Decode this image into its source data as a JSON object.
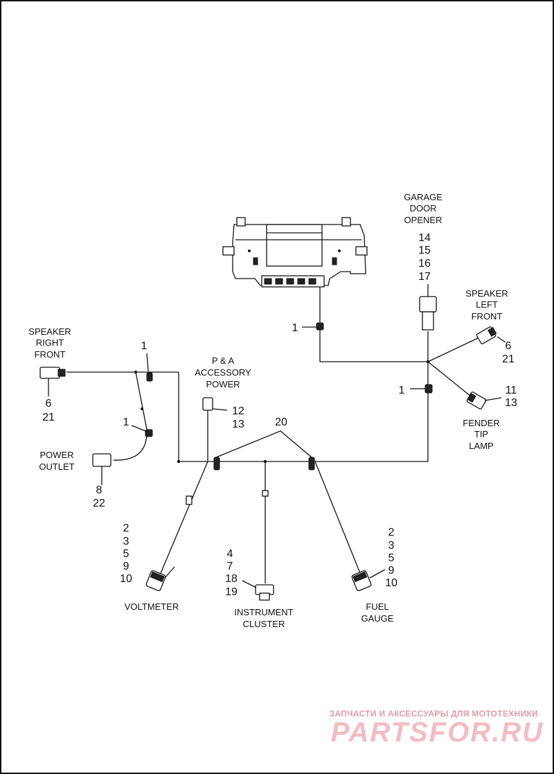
{
  "labels": {
    "garage_door_opener": [
      "GARAGE",
      "DOOR",
      "OPENER"
    ],
    "garage_door_opener_nums": [
      "14",
      "15",
      "16",
      "17"
    ],
    "speaker_left_front": [
      "SPEAKER",
      "LEFT",
      "FRONT"
    ],
    "speaker_left_front_nums": [
      "6",
      "21"
    ],
    "speaker_right_front": [
      "SPEAKER",
      "RIGHT",
      "FRONT"
    ],
    "speaker_right_front_nums": [
      "6",
      "21"
    ],
    "pa_accessory_power": [
      "P & A",
      "ACCESSORY",
      "POWER"
    ],
    "pa_accessory_power_nums": [
      "12",
      "13"
    ],
    "fender_tip_lamp": [
      "FENDER",
      "TIP",
      "LAMP"
    ],
    "fender_tip_lamp_nums": [
      "11",
      "13"
    ],
    "power_outlet": [
      "POWER",
      "OUTLET"
    ],
    "power_outlet_nums": [
      "8",
      "22"
    ],
    "voltmeter": [
      "VOLTMETER"
    ],
    "voltmeter_nums": [
      "2",
      "3",
      "5",
      "9",
      "10"
    ],
    "instrument_cluster": [
      "INSTRUMENT",
      "CLUSTER"
    ],
    "instrument_cluster_nums": [
      "4",
      "7",
      "18",
      "19"
    ],
    "fuel_gauge": [
      "FUEL",
      "GAUGE"
    ],
    "fuel_gauge_nums": [
      "2",
      "3",
      "5",
      "9",
      "10"
    ],
    "callout_1": "1",
    "callout_20": "20"
  },
  "watermark": {
    "tagline": "ЗАПЧАСТИ И АКСЕССУАРЫ ДЛЯ МОТОТЕХНИКИ",
    "logo": "PARTSFOR.RU"
  }
}
